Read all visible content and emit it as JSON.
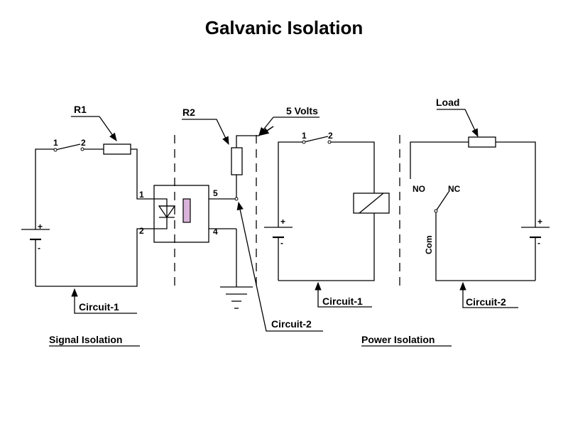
{
  "title": "Galvanic Isolation",
  "signal_section": {
    "caption": "Signal Isolation",
    "resistor_r1": "R1",
    "switch_pin_1": "1",
    "switch_pin_2": "2",
    "battery_plus": "+",
    "battery_minus": "-",
    "opto_pin_1": "1",
    "opto_pin_2": "2",
    "opto_pin_4": "4",
    "opto_pin_5": "5",
    "resistor_r2": "R2",
    "supply": "5 Volts",
    "circuit_1": "Circuit-1",
    "circuit_2": "Circuit-2"
  },
  "power_section": {
    "caption": "Power Isolation",
    "switch_pin_1": "1",
    "switch_pin_2": "2",
    "battery1_plus": "+",
    "battery1_minus": "-",
    "circuit_1": "Circuit-1",
    "load": "Load",
    "no": "NO",
    "nc": "NC",
    "com": "Com",
    "battery2_plus": "+",
    "battery2_minus": "-",
    "circuit_2": "Circuit-2"
  },
  "colors": {
    "line": "#000000",
    "led_fill": "#d9b3d9",
    "background": "#ffffff"
  }
}
